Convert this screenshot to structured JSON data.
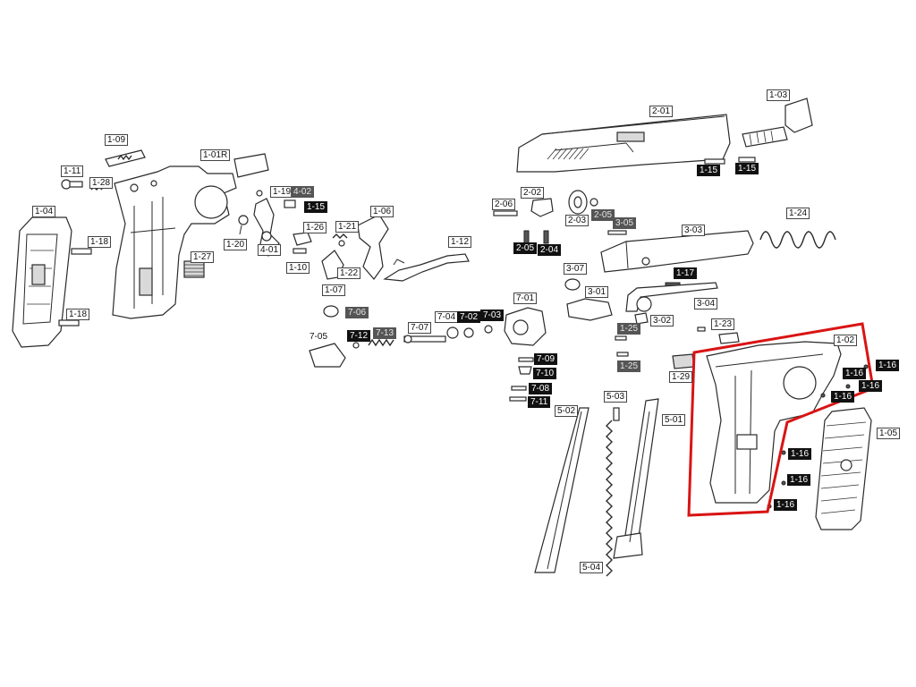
{
  "labels": {
    "p_1_09": "1-09",
    "p_1_11": "1-11",
    "p_1_28": "1-28",
    "p_1_01R": "1-01R",
    "p_1_04": "1-04",
    "p_1_18a": "1-18",
    "p_1_18b": "1-18",
    "p_1_27": "1-27",
    "p_1_19": "1-19",
    "p_4_02": "4-02",
    "p_1_15a": "1-15",
    "p_1_20": "1-20",
    "p_4_01": "4-01",
    "p_1_26": "1-26",
    "p_1_21": "1-21",
    "p_1_10": "1-10",
    "p_1_22": "1-22",
    "p_1_07": "1-07",
    "p_1_06": "1-06",
    "p_1_12": "1-12",
    "p_2_06": "2-06",
    "p_2_02": "2-02",
    "p_2_03": "2-03",
    "p_2_05a": "2-05",
    "p_3_05": "3-05",
    "p_2_05b": "2-05",
    "p_2_04": "2-04",
    "p_2_01": "2-01",
    "p_1_03": "1-03",
    "p_1_15b": "1-15",
    "p_1_15c": "1-15",
    "p_1_24": "1-24",
    "p_3_03": "3-03",
    "p_3_07": "3-07",
    "p_1_17": "1-17",
    "p_3_01": "3-01",
    "p_3_04": "3-04",
    "p_3_02": "3-02",
    "p_7_01": "7-01",
    "p_7_06": "7-06",
    "p_7_05": "7-05",
    "p_7_12": "7-12",
    "p_7_13": "7-13",
    "p_7_07": "7-07",
    "p_7_04": "7-04",
    "p_7_02": "7-02",
    "p_7_03a": "7-03",
    "p_1_25a": "1-25",
    "p_1_23": "1-23",
    "p_1_25b": "1-25",
    "p_7_09": "7-09",
    "p_7_10": "7-10",
    "p_7_08": "7-08",
    "p_7_11": "7-11",
    "p_1_29": "1-29",
    "p_1_02": "1-02",
    "p_1_16a": "1-16",
    "p_1_16b": "1-16",
    "p_1_16c": "1-16",
    "p_1_16d": "1-16",
    "p_1_16e": "1-16",
    "p_1_16f": "1-16",
    "p_1_16g": "1-16",
    "p_1_05": "1-05",
    "p_5_02": "5-02",
    "p_5_03": "5-03",
    "p_5_01": "5-01",
    "p_5_04": "5-04"
  },
  "colors": {
    "highlight": "#d91414",
    "ink": "#2a2a2a",
    "label_dark": "#111111",
    "label_gray": "#555555"
  }
}
